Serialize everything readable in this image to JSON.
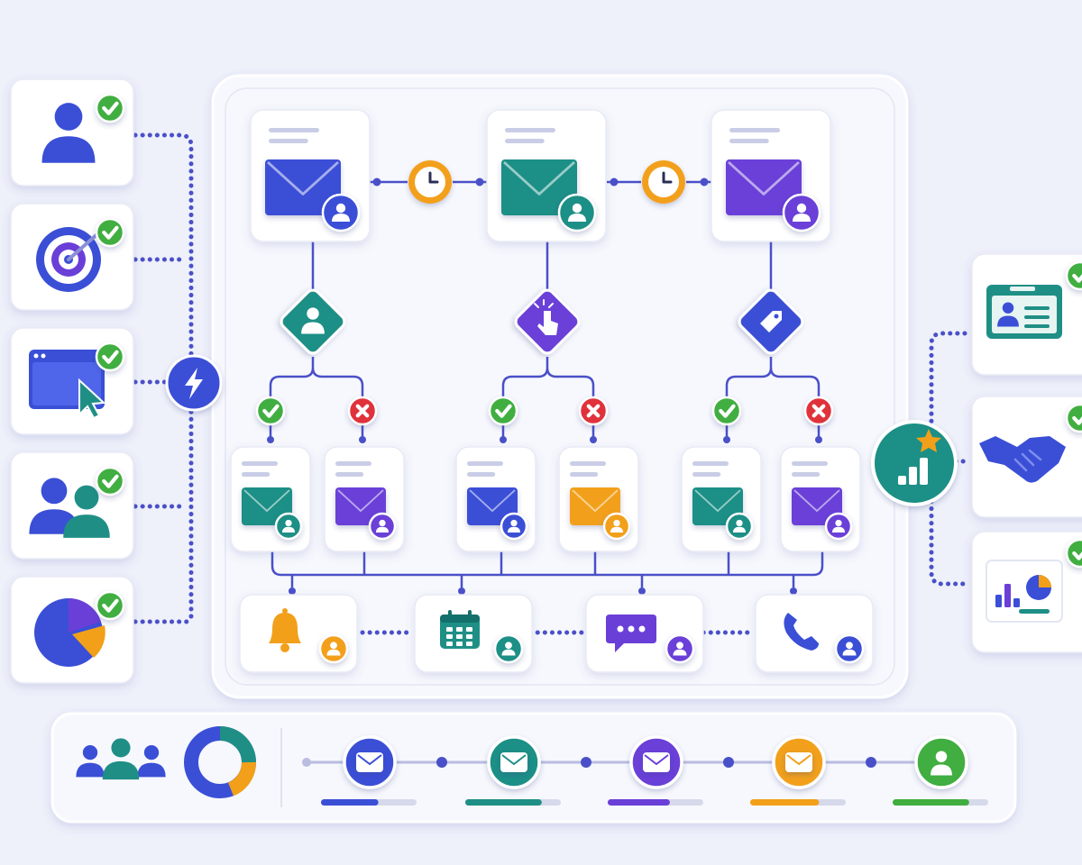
{
  "colors": {
    "background": "#eef0fa",
    "blue": "#3a4fd6",
    "teal": "#1f8f86",
    "purple": "#6a3fd8",
    "orange": "#f2a01a",
    "green": "#3fae3f",
    "red": "#e0303a",
    "connector": "#4a50c8"
  },
  "left_triggers": [
    {
      "id": "contact",
      "icon": "user-icon",
      "status": "check"
    },
    {
      "id": "target",
      "icon": "target-icon",
      "status": "check"
    },
    {
      "id": "webpage",
      "icon": "browser-click-icon",
      "status": "check"
    },
    {
      "id": "audience",
      "icon": "users-icon",
      "status": "check"
    },
    {
      "id": "segment",
      "icon": "pie-chart-icon",
      "status": "check"
    }
  ],
  "trigger_hub": {
    "icon": "lightning-icon"
  },
  "emails_top": [
    {
      "icon": "envelope-icon",
      "color": "blue"
    },
    {
      "icon": "envelope-icon",
      "color": "teal"
    },
    {
      "icon": "envelope-icon",
      "color": "purple"
    }
  ],
  "delays": [
    {
      "icon": "clock-icon"
    },
    {
      "icon": "clock-icon"
    }
  ],
  "conditions": [
    {
      "icon": "user-icon",
      "color": "teal"
    },
    {
      "icon": "pointer-click-icon",
      "color": "purple"
    },
    {
      "icon": "tag-icon",
      "color": "blue"
    }
  ],
  "branch_emails": [
    {
      "color": "teal",
      "outcome": "yes"
    },
    {
      "color": "purple",
      "outcome": "no"
    },
    {
      "color": "blue",
      "outcome": "yes"
    },
    {
      "color": "orange",
      "outcome": "no"
    },
    {
      "color": "teal",
      "outcome": "yes"
    },
    {
      "color": "purple",
      "outcome": "no"
    }
  ],
  "actions": [
    {
      "icon": "bell-icon",
      "color": "orange"
    },
    {
      "icon": "calendar-icon",
      "color": "teal"
    },
    {
      "icon": "chat-icon",
      "color": "purple"
    },
    {
      "icon": "phone-icon",
      "color": "blue"
    }
  ],
  "results_hub": {
    "icon": "bar-chart-star-icon"
  },
  "right_outputs": [
    {
      "icon": "contact-card-icon",
      "status": "check"
    },
    {
      "icon": "handshake-icon",
      "status": "check"
    },
    {
      "icon": "analytics-icon",
      "status": "check"
    }
  ],
  "timeline": {
    "icons": [
      "users-icon",
      "donut-chart-icon"
    ],
    "steps": [
      {
        "icon": "envelope-icon",
        "color": "blue",
        "progress": 0.6
      },
      {
        "icon": "envelope-icon",
        "color": "teal",
        "progress": 0.8
      },
      {
        "icon": "envelope-icon",
        "color": "purple",
        "progress": 0.65
      },
      {
        "icon": "envelope-icon",
        "color": "orange",
        "progress": 0.72
      },
      {
        "icon": "user-icon",
        "color": "green",
        "progress": 0.8
      }
    ]
  }
}
